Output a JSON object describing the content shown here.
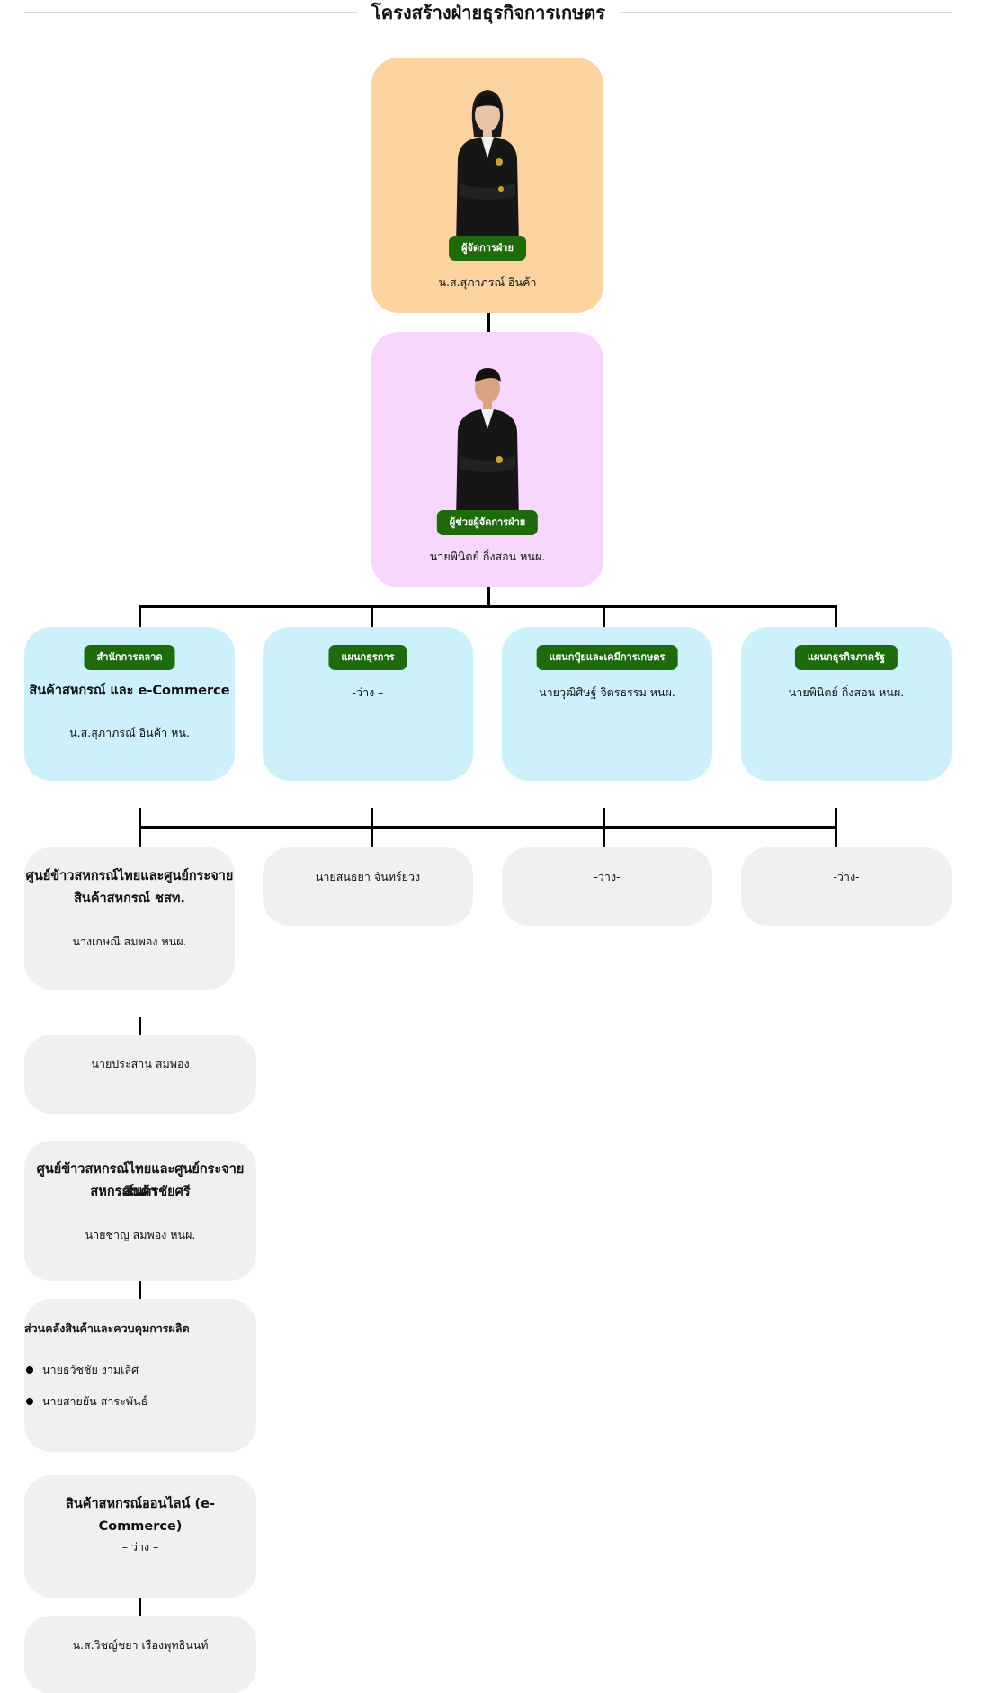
{
  "title": "โครงสร้างฝ่ายธุรกิจการเกษตร",
  "manager": {
    "role": "ผู้จัดการฝ่าย",
    "name": "น.ส.สุภาภรณ์ อินค้า"
  },
  "assistant": {
    "role": "ผู้ช่วยผู้จัดการฝ่าย",
    "name": "นายพินิตย์ กิ่งสอน หนผ."
  },
  "departments": [
    {
      "badge": "สำนักการตลาด",
      "heading": "สินค้าสหกรณ์ และ e-Commerce",
      "name": "น.ส.สุภาภรณ์ อินค้า หน."
    },
    {
      "badge": "แผนกธุรการ",
      "name": "-ว่าง –"
    },
    {
      "badge": "แผนกปุ๋ยและเคมีการเกษตร",
      "name": "นายวุฒิศิษฐ์ จิตรธรรม หนผ."
    },
    {
      "badge": "แผนกธุรกิจภาครัฐ",
      "name": "นายพินิตย์ กิ่งสอน หนผ."
    }
  ],
  "subunits": [
    {
      "heading": "ศูนย์ข้าวสหกรณ์ไทยและศูนย์กระจายสินค้าสหกรณ์ ชสท.",
      "heading_line1": "ศูนย์ข้าวสหกรณ์ไทยและศูนย์กระจาย",
      "heading_line2": "สินค้าสหกรณ์ ชสท.",
      "name": "นางเกษณี สมพอง หนผ."
    },
    {
      "name": "นายสนธยา จันทร์ยวง"
    },
    {
      "name": "-ว่าง-"
    },
    {
      "name": "-ว่าง-"
    }
  ],
  "column1": [
    {
      "name": "นายประสาน สมพอง"
    },
    {
      "heading_line1": "ศูนย์ข้าวสหกรณ์ไทยและศูนย์กระจายสินค้า",
      "heading_line2": "สหกรณ์นครชัยศรี",
      "name": "นายชาญ สมพอง หนผ."
    },
    {
      "heading": "ส่วนคลังสินค้าและควบคุมการผลิต",
      "members": [
        "นายธวัชชัย งามเลิศ",
        "นายสายยัน สาระพันธ์"
      ]
    },
    {
      "heading": "สินค้าสหกรณ์ออนไลน์ (e-Commerce)",
      "name": "– ว่าง –"
    },
    {
      "name": "น.ส.วิชญ์ชยา เรืองพุทธินนท์"
    }
  ],
  "colors": {
    "manager_card": "#fdd4a0",
    "assistant_card": "#f7d8fc",
    "department_card": "#cdf1fb",
    "unit_card": "#f0f0f0",
    "badge": "#1e6b0b",
    "connector": "#000000"
  }
}
